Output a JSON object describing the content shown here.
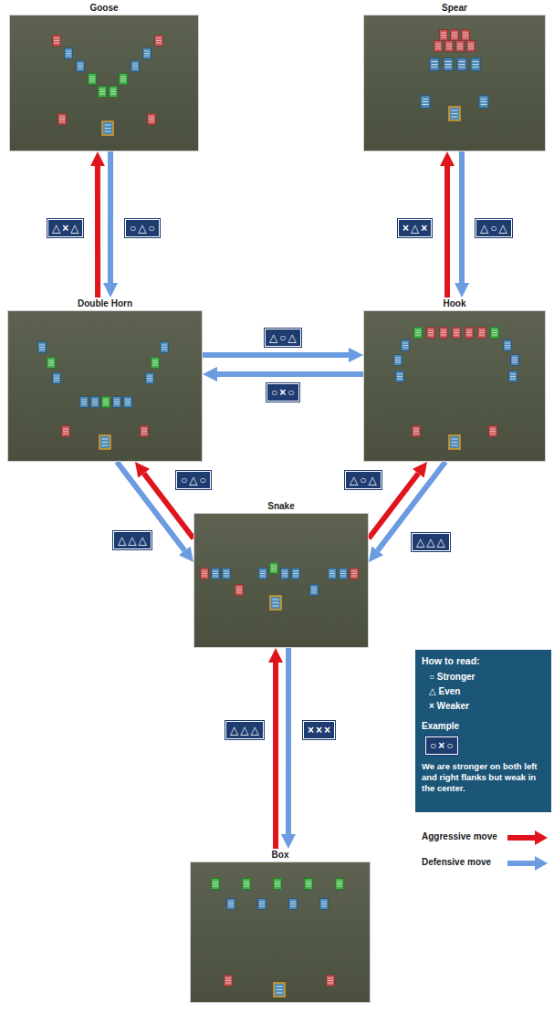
{
  "diagram": {
    "nodes": [
      {
        "text": [
          "Goose"
        ]
      },
      {
        "text": [
          "Spear"
        ]
      },
      {
        "text": [
          "Double Horn"
        ]
      },
      {
        "text": [
          "Hook"
        ]
      },
      {
        "text": [
          "Snake"
        ]
      },
      {
        "text": [
          "Box"
        ]
      }
    ],
    "edges": [
      {
        "from": 2,
        "to": 0,
        "arrow": "to",
        "label": "△×△"
      },
      {
        "from": 0,
        "to": 2,
        "arrow": "to",
        "label": "○△○"
      },
      {
        "from": 3,
        "to": 1,
        "arrow": "to",
        "label": "×△×"
      },
      {
        "from": 1,
        "to": 3,
        "arrow": "to",
        "label": "△○△"
      },
      {
        "from": 2,
        "to": 3,
        "arrow": "to",
        "label": "△○△"
      },
      {
        "from": 3,
        "to": 2,
        "arrow": "to",
        "label": "○×○"
      },
      {
        "from": 2,
        "to": 4,
        "arrow": "to",
        "label": "△△△"
      },
      {
        "from": 4,
        "to": 2,
        "arrow": "to",
        "label": "○△○"
      },
      {
        "from": 4,
        "to": 3,
        "arrow": "to",
        "label": "△○△"
      },
      {
        "from": 3,
        "to": 4,
        "arrow": "to",
        "label": "△△△"
      },
      {
        "from": 5,
        "to": 4,
        "arrow": "to",
        "label": "△△△"
      },
      {
        "from": 4,
        "to": 5,
        "arrow": "to",
        "label": "×××"
      }
    ],
    "labels": [
      "How to read:",
      "Example",
      "○×○",
      "We are stronger on both left and right flanks but weak in the center."
    ],
    "legend": [
      {
        "text": "○ Stronger"
      },
      {
        "text": "△ Even"
      },
      {
        "text": "× Weaker"
      },
      {
        "text": "Aggressive move"
      },
      {
        "text": "Defensive move"
      }
    ]
  }
}
